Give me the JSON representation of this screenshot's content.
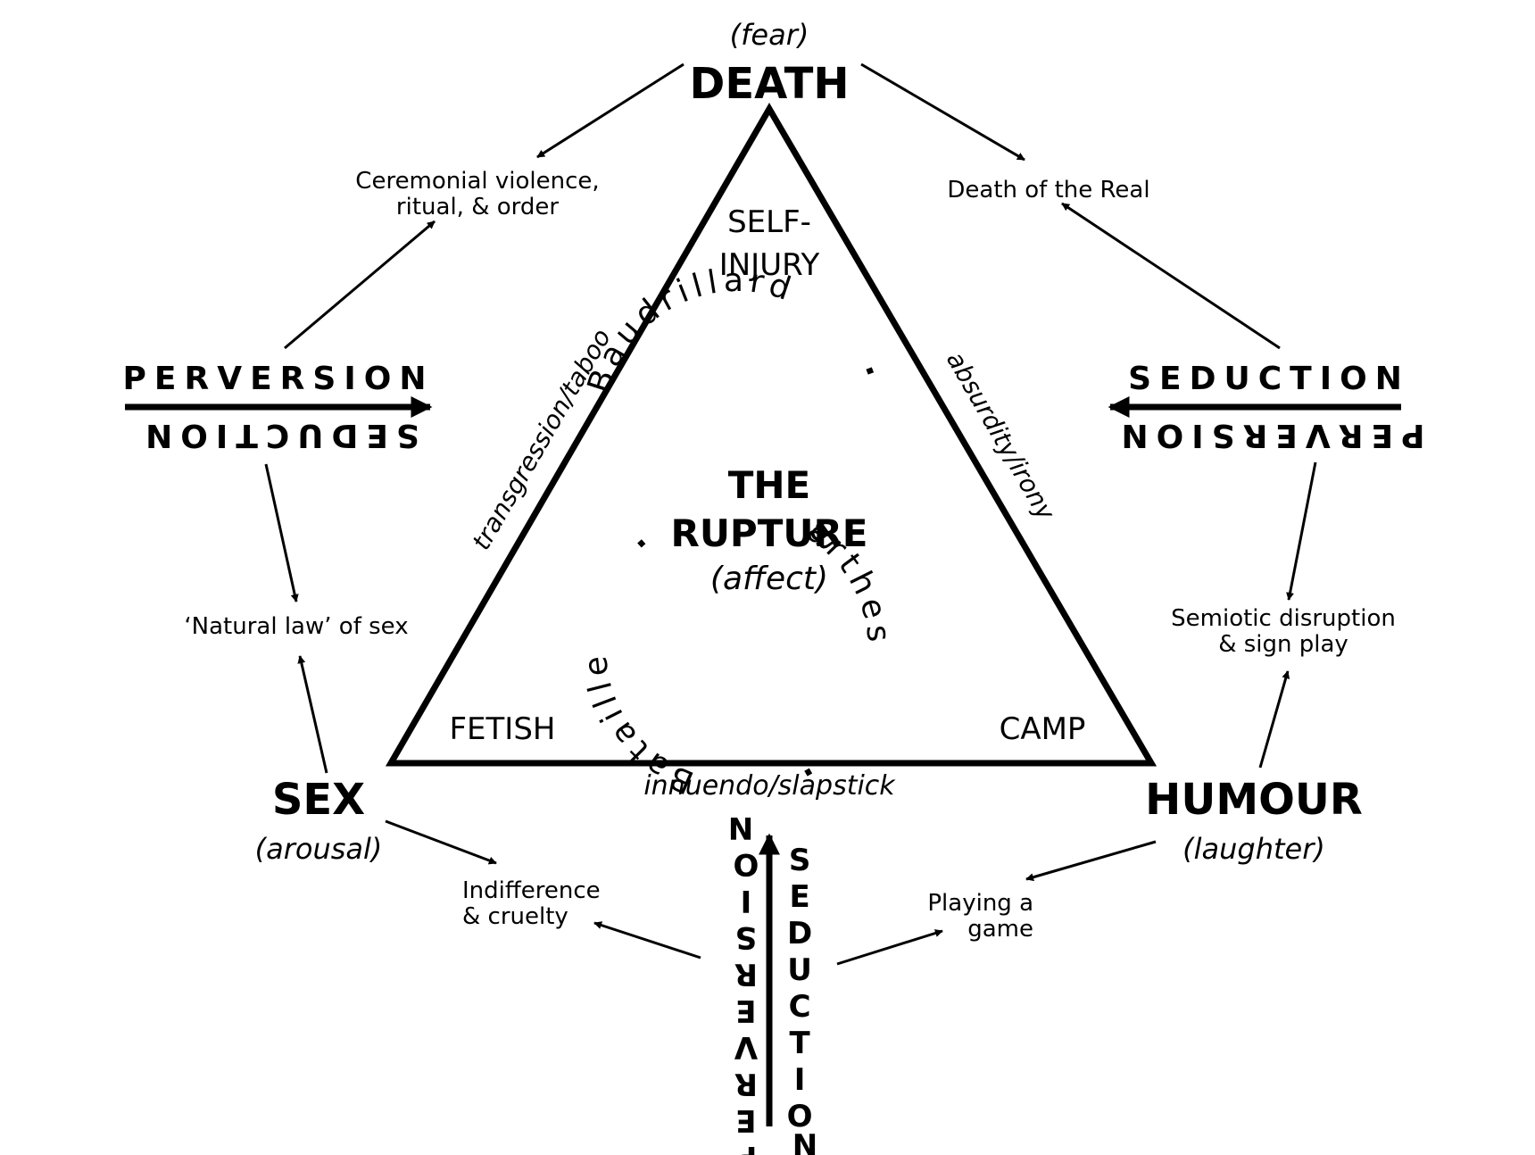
{
  "nodes": {
    "death": {
      "label": "DEATH",
      "affect": "(fear)"
    },
    "sex": {
      "label": "SEX",
      "affect": "(arousal)"
    },
    "humour": {
      "label": "HUMOUR",
      "affect": "(laughter)"
    }
  },
  "center": {
    "line1": "THE",
    "line2": "RUPTURE",
    "affect": "(affect)",
    "ring": [
      "Baudrillard",
      "Barthes",
      "Bataille"
    ],
    "separator": "·"
  },
  "triangle": {
    "corners": {
      "top": [
        "SELF-",
        "INJURY"
      ],
      "left": "FETISH",
      "right": "CAMP"
    },
    "edges": {
      "left": "transgression/taboo",
      "right": "absurdity/irony",
      "bottom": "innuendo/slapstick"
    }
  },
  "mechanisms": {
    "forward": "PERVERSION",
    "reverse": "SEDUCTION"
  },
  "outcomes": {
    "ceremonial": [
      "Ceremonial violence,",
      "ritual, & order"
    ],
    "death_real": "Death of the Real",
    "natural_law": "‘Natural law’ of sex",
    "semiotic": [
      "Semiotic disruption",
      "& sign play"
    ],
    "indifference": [
      "Indifference",
      "& cruelty"
    ],
    "game": [
      "Playing a",
      "game"
    ]
  }
}
